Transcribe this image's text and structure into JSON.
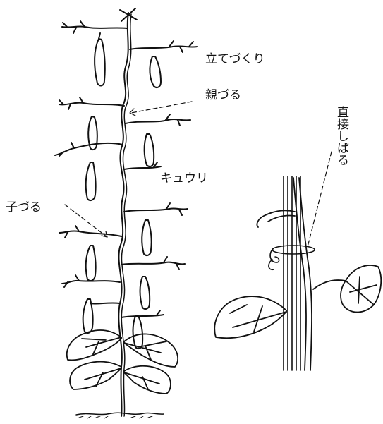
{
  "labels": {
    "tate_zukuri": "立てづくり",
    "oya_zuru": "親づる",
    "kyuri": "キュウリ",
    "ko_zuru": "子づる",
    "chokusetsu_shibaru": "直接しばる"
  },
  "colors": {
    "ink": "#111111",
    "background": "#ffffff"
  }
}
